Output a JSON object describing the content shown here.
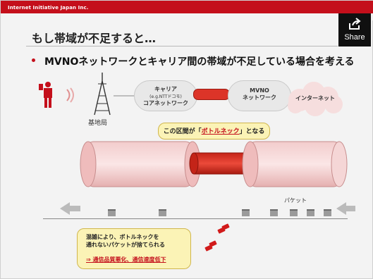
{
  "slide": {
    "company": "Internet Initiative Japan Inc.",
    "title": "もし帯域が不足すると…",
    "bullet": "MVNOネットワークとキャリア間の帯域が不足している場合を考える"
  },
  "share": {
    "label": "Share",
    "icon": "share-icon"
  },
  "diagram": {
    "tower_label": "基地局",
    "carrier": {
      "line1": "キャリア",
      "line2": "(e.g.NTTドコモ)",
      "line3": "コアネットワーク"
    },
    "mvno": {
      "line1": "MVNO",
      "line2": "ネットワーク"
    },
    "internet": "インターネット",
    "callout_prefix": "この区間が「",
    "callout_highlight": "ボトルネック",
    "callout_suffix": "」となる",
    "packet_label": "パケット",
    "note_line1": "混雑により、ボトルネックを",
    "note_line2": "通れないパケットが捨てられる",
    "note_line3": "⇒ 通信品質悪化、通信速度低下"
  },
  "colors": {
    "accent": "#c40f1b",
    "pipe": "#f4c8c8",
    "bottleneck": "#dc3428"
  }
}
